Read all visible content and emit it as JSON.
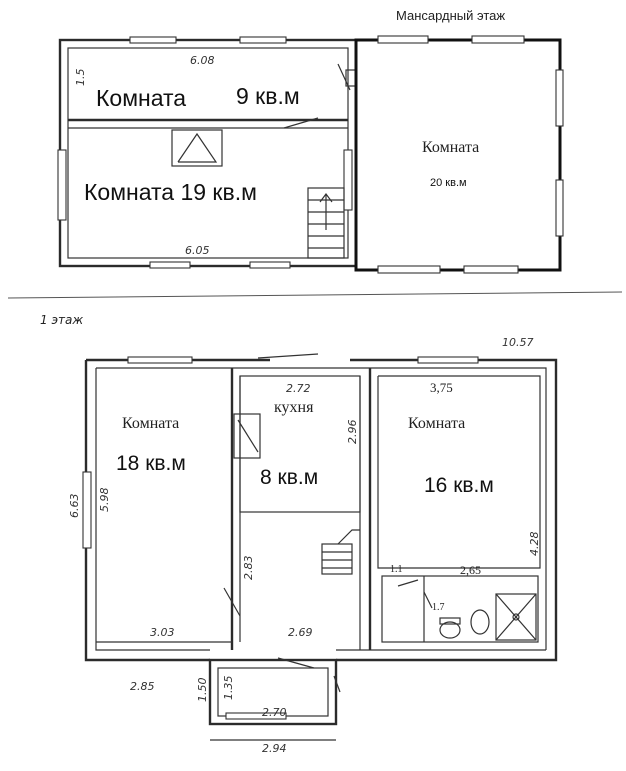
{
  "attic": {
    "title": "Мансардный этаж",
    "room_9": {
      "name": "Комната",
      "area": "9 кв.м"
    },
    "room_19": {
      "text": "Комната 19 кв.м"
    },
    "room_20": {
      "name": "Комната",
      "area": "20 кв.м"
    },
    "dims": {
      "top": "6.08",
      "bottom": "6.05",
      "small_side": "1.5"
    }
  },
  "ground": {
    "title": "1 этаж",
    "room_18": {
      "name": "Комната",
      "area": "18 кв.м"
    },
    "kitchen": {
      "name": "кухня",
      "area": "8 кв.м"
    },
    "room_16": {
      "name": "Комната",
      "area": "16 кв.м"
    },
    "dims": {
      "total_width": "10.57",
      "kitchen_width": "2.72",
      "kitchen_height": "2.96",
      "room16_width": "3,75",
      "room16_height": "4.28",
      "left_outer": "6.63",
      "left_inner": "5.98",
      "room18_bottom": "3.03",
      "hall_height": "2.83",
      "hall_bottom": "2.69",
      "lower_left": "2.85",
      "porch_outer_h": "1.50",
      "porch_inner_h": "1.35",
      "porch_inner_w": "2.70",
      "porch_outer_w": "2.94",
      "bath_w": "2,65",
      "bath_door": "1.1",
      "bath_side": "1.7"
    }
  }
}
